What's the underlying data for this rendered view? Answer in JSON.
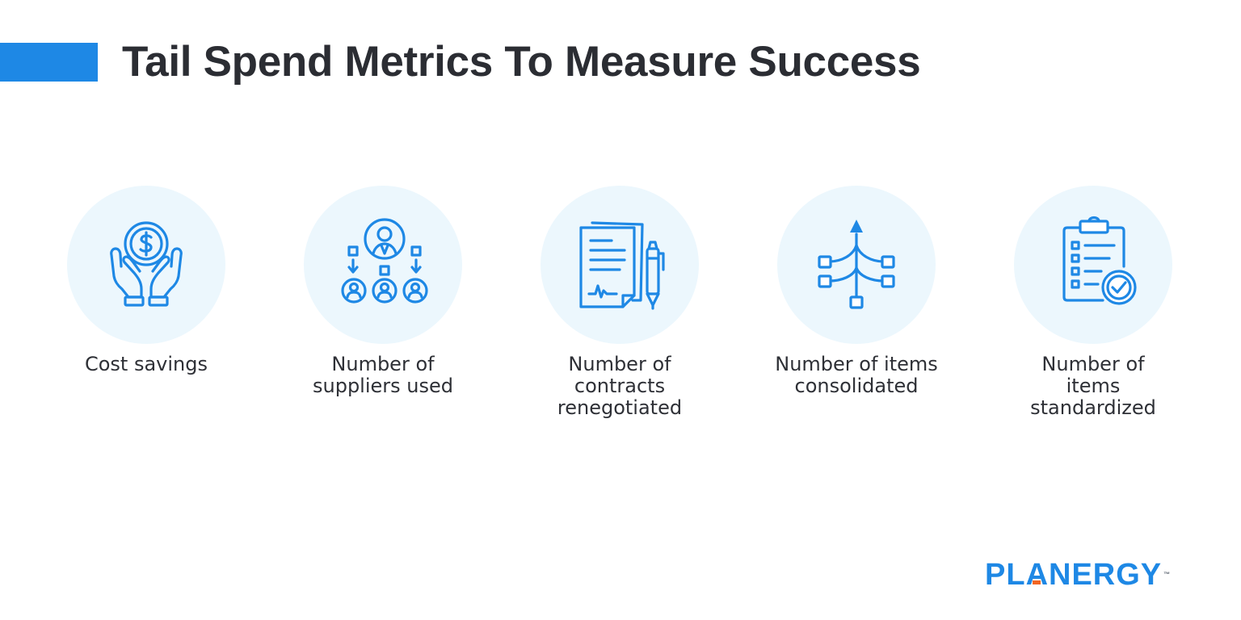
{
  "header": {
    "title": "Tail Spend Metrics To Measure Success",
    "accent_color": "#1e88e5"
  },
  "metrics": [
    {
      "label": "Cost savings",
      "icon": "hands-holding-coin-icon"
    },
    {
      "label": "Number of\nsuppliers used",
      "icon": "supplier-hierarchy-icon"
    },
    {
      "label": "Number of\ncontracts\nrenegotiated",
      "icon": "contract-with-pen-icon"
    },
    {
      "label": "Number of items\nconsolidated",
      "icon": "branches-merge-icon"
    },
    {
      "label": "Number of\nitems\nstandardized",
      "icon": "clipboard-checklist-icon"
    }
  ],
  "logo": {
    "text_part1": "PL",
    "text_a": "A",
    "text_part2": "NERGY",
    "tm": "™",
    "brand_color": "#1e88e5",
    "highlight_color": "#f26522"
  },
  "colors": {
    "circle_background": "#ecf7fd",
    "icon_stroke": "#1e88e5",
    "text": "#2b2d33"
  }
}
